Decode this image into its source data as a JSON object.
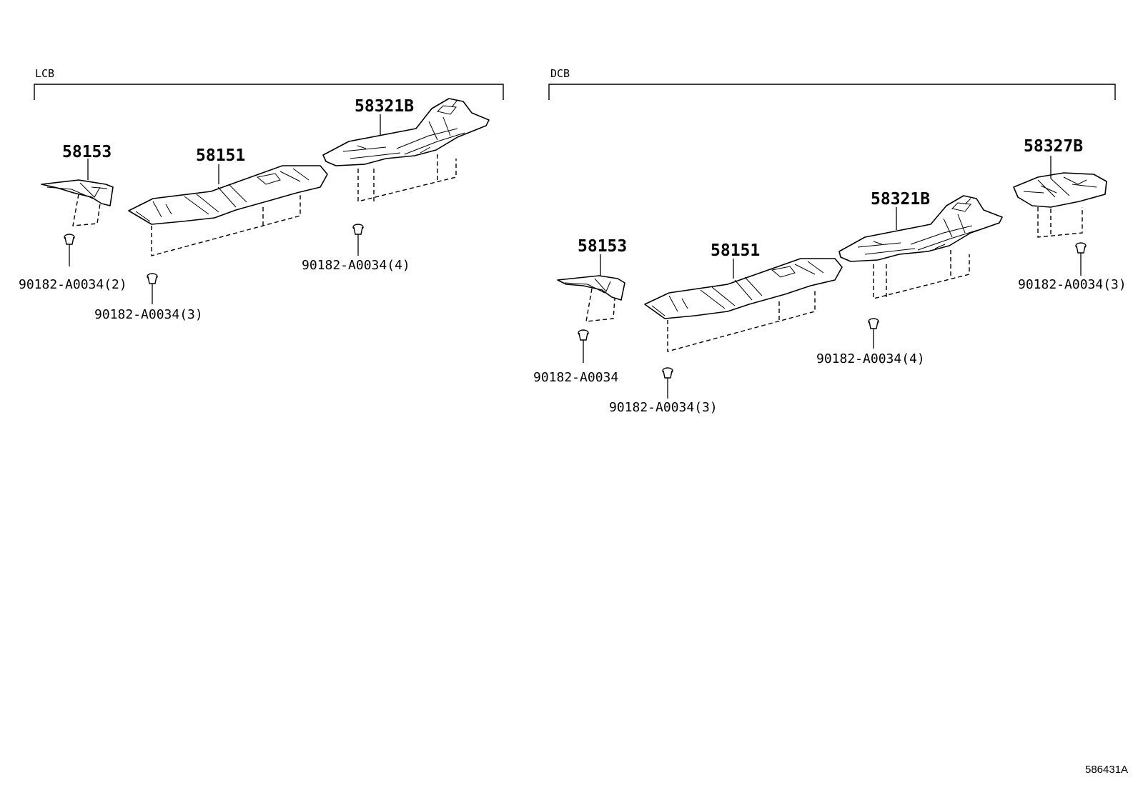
{
  "groups": [
    {
      "label": "LCB"
    },
    {
      "label": "DCB"
    }
  ],
  "parts": {
    "lcb_58153": "58153",
    "lcb_58151": "58151",
    "lcb_58321b": "58321B",
    "dcb_58153": "58153",
    "dcb_58151": "58151",
    "dcb_58321b": "58321B",
    "dcb_58327b": "58327B"
  },
  "clips": {
    "lcb_clip_a": "90182-A0034(2)",
    "lcb_clip_b": "90182-A0034(3)",
    "lcb_clip_c": "90182-A0034(4)",
    "dcb_clip_a": "90182-A0034",
    "dcb_clip_b": "90182-A0034(3)",
    "dcb_clip_c": "90182-A0034(4)",
    "dcb_clip_d": "90182-A0034(3)"
  },
  "reference_number": "586431A"
}
